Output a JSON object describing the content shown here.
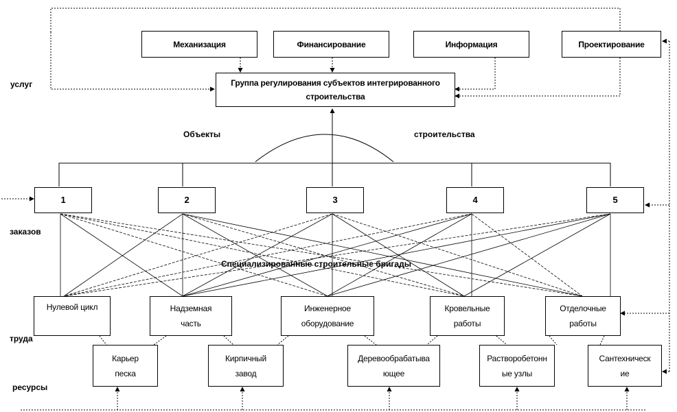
{
  "services": {
    "top_boxes": [
      "Механизация",
      "Финансирование",
      "Информация",
      "Проектирование"
    ],
    "group_box": "Группа регулирования субъектов интегрированного строительства"
  },
  "labels": {
    "uslug": "услуг",
    "obekty": "Объекты",
    "stroitelstva": "строительства",
    "zakazov": "заказов",
    "truda": "труда",
    "resursy": "ресурсы",
    "brigady": "Специализированные строительные бригады"
  },
  "objects": [
    "1",
    "2",
    "3",
    "4",
    "5"
  ],
  "brigades": [
    "Нулевой цикл",
    "Надземная часть",
    "Инженерное оборудование",
    "Кровельные работы",
    "Отделочные работы"
  ],
  "resources": [
    "Карьер песка",
    "Кирпичный завод",
    "Деревообрабатывающее",
    "Растворобетонные узлы",
    "Сантехнические"
  ]
}
